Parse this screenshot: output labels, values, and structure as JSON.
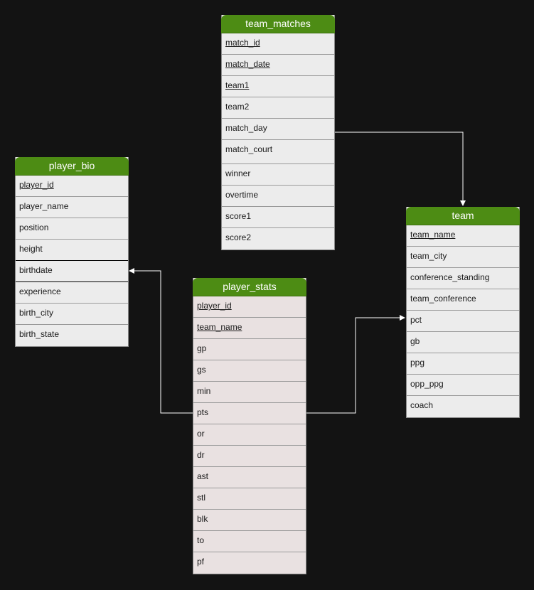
{
  "tables": {
    "team_matches": {
      "title": "team_matches",
      "rows": [
        "match_id",
        "match_date",
        "team1",
        "team2",
        "match_day",
        "match_court",
        "winner",
        "overtime",
        "score1",
        "score2"
      ]
    },
    "player_bio": {
      "title": "player_bio",
      "rows": [
        "player_id",
        "player_name",
        "position",
        "height",
        "birthdate",
        "experience",
        "birth_city",
        "birth_state"
      ]
    },
    "team": {
      "title": "team",
      "rows": [
        "team_name",
        "team_city",
        "conference_standing",
        "team_conference",
        "pct",
        "gb",
        "ppg",
        "opp_ppg",
        "coach"
      ]
    },
    "player_stats": {
      "title": "player_stats",
      "rows": [
        "player_id",
        "team_name",
        "gp",
        "gs",
        "min",
        "pts",
        "or",
        "dr",
        "ast",
        "stl",
        "blk",
        "to",
        "pf"
      ]
    }
  },
  "colors": {
    "header": "#4d8c14",
    "connector": "#ffffff",
    "background": "#131313"
  }
}
